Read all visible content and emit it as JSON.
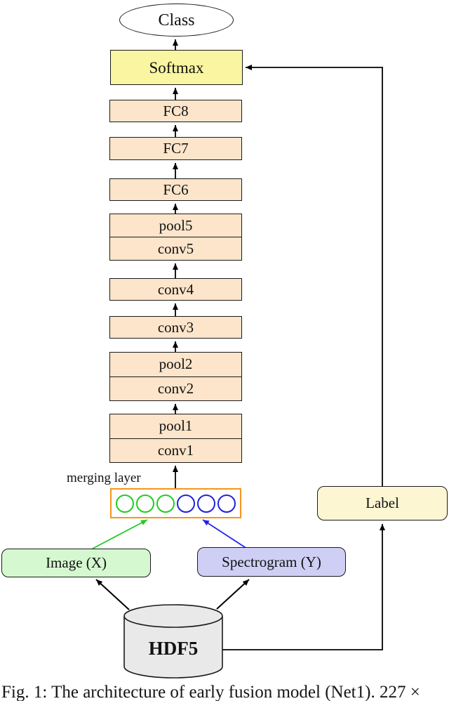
{
  "figure": {
    "caption": "Fig. 1: The architecture of early fusion model (Net1). 227 ×"
  },
  "nodes": {
    "class_label": "Class",
    "softmax": "Softmax",
    "fc8": "FC8",
    "fc7": "FC7",
    "fc6": "FC6",
    "pool5": "pool5",
    "conv5": "conv5",
    "conv4": "conv4",
    "conv3": "conv3",
    "pool2": "pool2",
    "conv2": "conv2",
    "pool1": "pool1",
    "conv1": "conv1",
    "merging_layer_label": "merging layer",
    "image_input": "Image (X)",
    "spectrogram_input": "Spectrogram (Y)",
    "label_node": "Label",
    "database": "HDF5"
  },
  "merging": {
    "green_neurons": 3,
    "blue_neurons": 3
  },
  "colors": {
    "softmax_fill": "#FAF5A0",
    "layer_fill": "#FCE5CA",
    "label_fill": "#FCF6D3",
    "image_fill": "#D5F8D0",
    "spectrogram_fill": "#CFCFF6",
    "database_fill": "#E9E9E9",
    "merging_border": "#F7941D",
    "neuron_green": "#22CC22",
    "neuron_blue": "#2222DD",
    "arrow_green": "#22CC22",
    "arrow_blue": "#2222EE",
    "arrow_black": "#000000"
  }
}
